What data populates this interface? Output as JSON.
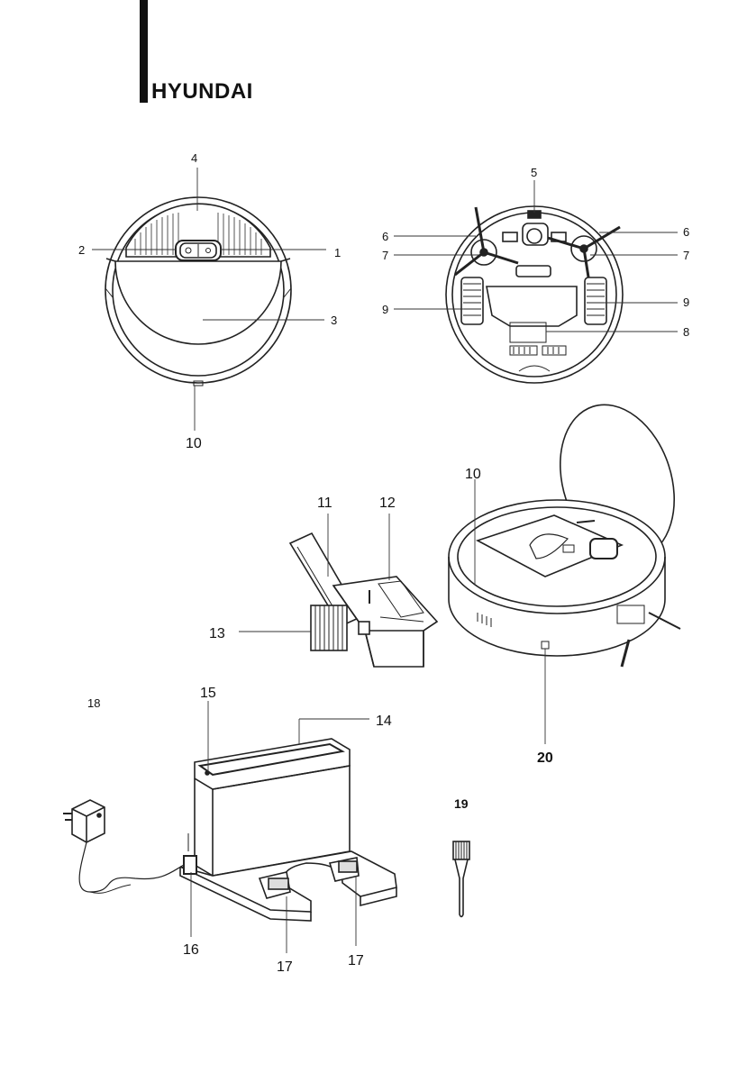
{
  "brand": {
    "name": "HYUNDAI"
  },
  "callouts": {
    "c1": "1",
    "c2": "2",
    "c3": "3",
    "c4": "4",
    "c5": "5",
    "c6": "6",
    "c7": "7",
    "c8": "8",
    "c9": "9",
    "c10": "10",
    "c11": "11",
    "c12": "12",
    "c13": "13",
    "c14": "14",
    "c15": "15",
    "c16": "16",
    "c17": "17",
    "c18": "18",
    "c19": "19",
    "c20": "20"
  }
}
